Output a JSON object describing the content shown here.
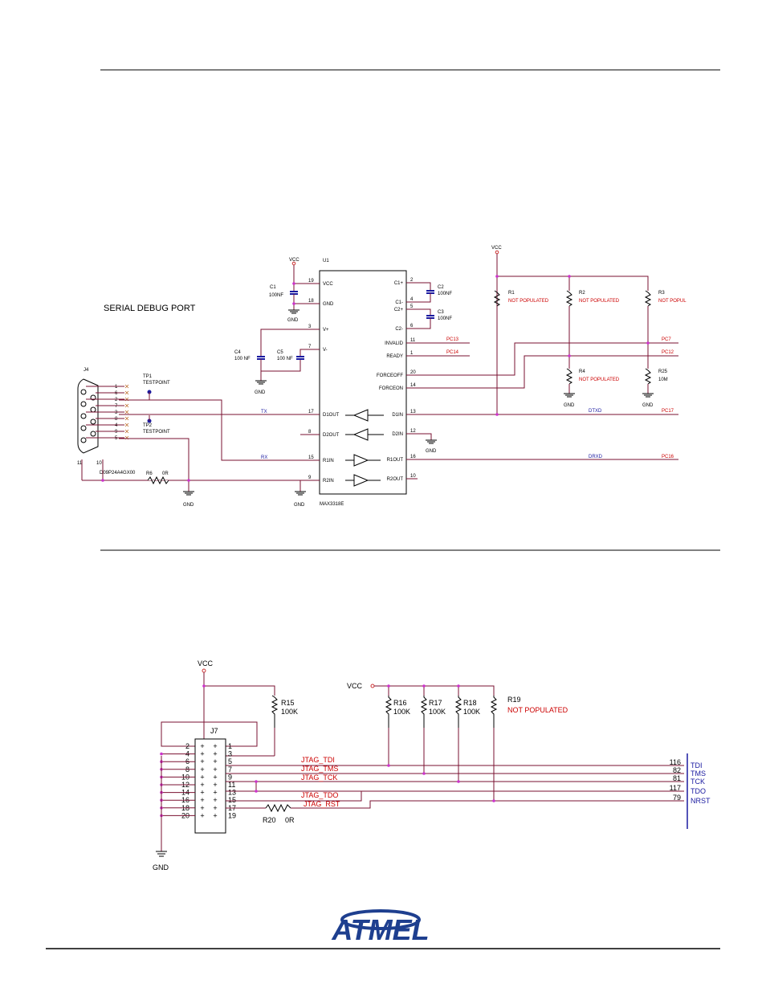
{
  "serial": {
    "title": "SERIAL DEBUG PORT",
    "connector": {
      "ref": "J4",
      "part": "D09P24A4GX00",
      "pins": [
        "1",
        "6",
        "2",
        "7",
        "3",
        "8",
        "4",
        "9",
        "5"
      ],
      "shell_left": "11",
      "shell_right": "10"
    },
    "testpoints": [
      {
        "ref": "TP1",
        "label": "TESTPOINT"
      },
      {
        "ref": "TP2",
        "label": "TESTPOINT"
      }
    ],
    "ic": {
      "ref": "U1",
      "part": "MAX3318E",
      "left_pins": [
        {
          "num": "19",
          "name": "VCC"
        },
        {
          "num": "18",
          "name": "GND"
        },
        {
          "num": "3",
          "name": "V+"
        },
        {
          "num": "7",
          "name": "V-"
        },
        {
          "num": "17",
          "name": "D1OUT"
        },
        {
          "num": "8",
          "name": "D2OUT"
        },
        {
          "num": "15",
          "name": "R1IN"
        },
        {
          "num": "9",
          "name": "R2IN"
        }
      ],
      "right_pins": [
        {
          "num": "2",
          "name": "C1+"
        },
        {
          "num": "4",
          "name": "C1-"
        },
        {
          "num": "5",
          "name": "C2+"
        },
        {
          "num": "6",
          "name": "C2-"
        },
        {
          "num": "11",
          "name": "INVALID"
        },
        {
          "num": "1",
          "name": "READY"
        },
        {
          "num": "20",
          "name": "FORCEOFF"
        },
        {
          "num": "14",
          "name": "FORCEON"
        },
        {
          "num": "13",
          "name": "D1IN"
        },
        {
          "num": "12",
          "name": "D2IN"
        },
        {
          "num": "16",
          "name": "R1OUT"
        },
        {
          "num": "10",
          "name": "R2OUT"
        }
      ]
    },
    "caps": [
      {
        "ref": "C1",
        "value": "100NF"
      },
      {
        "ref": "C2",
        "value": "100NF"
      },
      {
        "ref": "C3",
        "value": "100NF"
      },
      {
        "ref": "C4",
        "value": "100 NF"
      },
      {
        "ref": "C5",
        "value": "100 NF"
      }
    ],
    "resistors": [
      {
        "ref": "R1",
        "value": "NOT POPULATED"
      },
      {
        "ref": "R2",
        "value": "NOT POPULATED"
      },
      {
        "ref": "R3",
        "value": "NOT POPUL"
      },
      {
        "ref": "R4",
        "value": "NOT POPULATED"
      },
      {
        "ref": "R25",
        "value": "10M"
      },
      {
        "ref": "R6",
        "value": "0R"
      }
    ],
    "nets": {
      "vcc": "VCC",
      "gnd": "GND",
      "tx": "TX",
      "rx": "RX",
      "dtxd": "DTXD",
      "drxd": "DRXD",
      "pc13": "PC13",
      "pc14": "PC14",
      "pc7": "PC7",
      "pc12": "PC12",
      "pc17": "PC17",
      "pc16": "PC16"
    }
  },
  "jtag": {
    "connector": {
      "ref": "J7",
      "left_pins": [
        "2",
        "4",
        "6",
        "8",
        "10",
        "12",
        "14",
        "16",
        "18",
        "20"
      ],
      "right_pins": [
        "1",
        "3",
        "5",
        "7",
        "9",
        "11",
        "13",
        "15",
        "17",
        "19"
      ]
    },
    "resistors": [
      {
        "ref": "R15",
        "value": "100K"
      },
      {
        "ref": "R16",
        "value": "100K"
      },
      {
        "ref": "R17",
        "value": "100K"
      },
      {
        "ref": "R18",
        "value": "100K"
      },
      {
        "ref": "R19",
        "value": "NOT POPULATED"
      },
      {
        "ref": "R20",
        "value": "0R"
      }
    ],
    "nets": [
      "JTAG_TDI",
      "JTAG_TMS",
      "JTAG_TCK",
      "JTAG_TDO",
      "JTAG_RST"
    ],
    "bus_pins": [
      {
        "num": "116",
        "name": "TDI"
      },
      {
        "num": "82",
        "name": "TMS"
      },
      {
        "num": "81",
        "name": "TCK"
      },
      {
        "num": "117",
        "name": "TDO"
      },
      {
        "num": "79",
        "name": "NRST"
      }
    ],
    "vcc": "VCC",
    "gnd": "GND"
  },
  "footer": {
    "logo": "ATMEL"
  },
  "colors": {
    "wire": "#7a1030",
    "net_label": "#1a1aa0",
    "pc_label": "#cc0000",
    "junction": "#cc33cc",
    "logo": "#1e3f8f"
  }
}
